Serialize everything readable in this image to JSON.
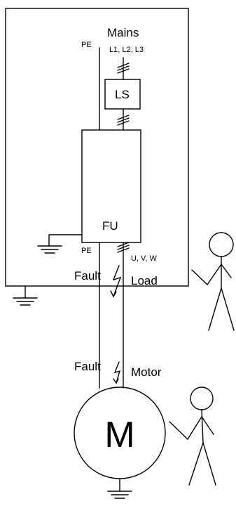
{
  "labels": {
    "mains": "Mains",
    "phases_in": "L1, L2, L3",
    "pe_top": "PE",
    "ls": "LS",
    "fu": "FU",
    "pe_bottom": "PE",
    "phases_out": "U, V, W",
    "fault_upper": "Fault",
    "load": "Load",
    "fault_lower": "Fault",
    "motor_label": "Motor",
    "motor_letter": "M"
  },
  "icons": [
    "ground-symbol",
    "lightning-bolt-icon",
    "stick-figure-person"
  ],
  "colors": {
    "stroke": "#000000",
    "background": "#ffffff"
  }
}
